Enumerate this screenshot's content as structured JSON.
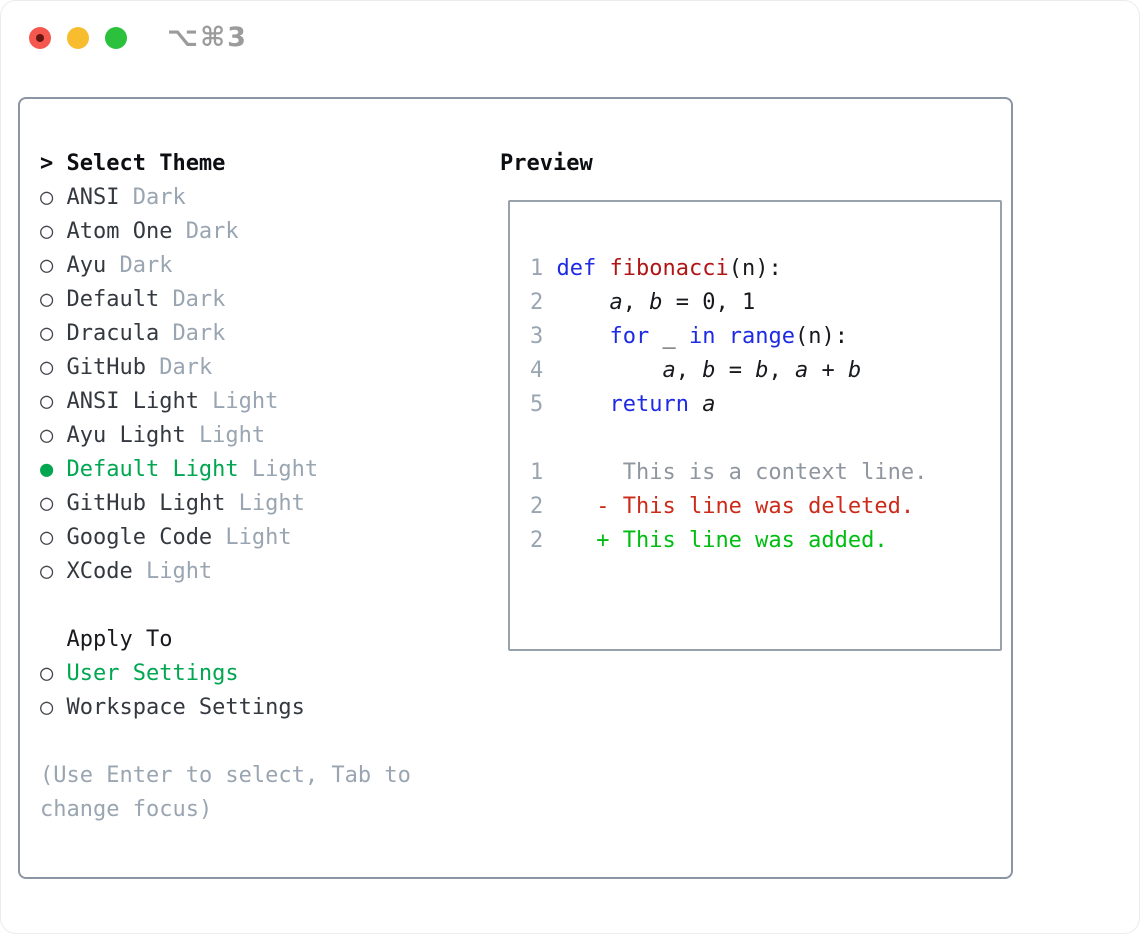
{
  "titlebar": {
    "shortcut": "⌥⌘3"
  },
  "colors": {
    "selected_green": "#00a650",
    "added_green": "#00bd12",
    "deleted_red": "#cc2b1a",
    "keyword_blue": "#1e2ae3",
    "function_red": "#b01616",
    "muted_gray": "#9aa5b2",
    "panel_border": "#8b96a4",
    "traffic_red": "#f4574d",
    "traffic_yellow": "#f8bd2e",
    "traffic_green": "#2cc13c"
  },
  "left_panel": {
    "header": {
      "prompt": ">",
      "label": "Select Theme"
    },
    "themes": [
      {
        "name": "ANSI",
        "variant": "Dark",
        "selected": false
      },
      {
        "name": "Atom One",
        "variant": "Dark",
        "selected": false
      },
      {
        "name": "Ayu",
        "variant": "Dark",
        "selected": false
      },
      {
        "name": "Default",
        "variant": "Dark",
        "selected": false
      },
      {
        "name": "Dracula",
        "variant": "Dark",
        "selected": false
      },
      {
        "name": "GitHub",
        "variant": "Dark",
        "selected": false
      },
      {
        "name": "ANSI Light",
        "variant": "Light",
        "selected": false
      },
      {
        "name": "Ayu Light",
        "variant": "Light",
        "selected": false
      },
      {
        "name": "Default Light",
        "variant": "Light",
        "selected": true
      },
      {
        "name": "GitHub Light",
        "variant": "Light",
        "selected": false
      },
      {
        "name": "Google Code",
        "variant": "Light",
        "selected": false
      },
      {
        "name": "XCode",
        "variant": "Light",
        "selected": false
      }
    ],
    "apply_to": {
      "label": "Apply To",
      "options": [
        {
          "label": "User Settings",
          "selected": true
        },
        {
          "label": "Workspace Settings",
          "selected": false
        }
      ]
    },
    "help_line1": "(Use Enter to select, Tab to",
    "help_line2": "change focus)"
  },
  "preview": {
    "label": "Preview",
    "lines": [
      {
        "num": "1",
        "tokens": [
          {
            "s": "def",
            "c": "kw"
          },
          {
            "s": " ",
            "c": "pl"
          },
          {
            "s": "fibonacci",
            "c": "fn"
          },
          {
            "s": "(n):",
            "c": "pl"
          }
        ]
      },
      {
        "num": "2",
        "tokens": [
          {
            "s": "    ",
            "c": "pl"
          },
          {
            "s": "a",
            "c": "var"
          },
          {
            "s": ", ",
            "c": "pl"
          },
          {
            "s": "b",
            "c": "var"
          },
          {
            "s": " = 0, 1",
            "c": "pl"
          }
        ]
      },
      {
        "num": "3",
        "tokens": [
          {
            "s": "    ",
            "c": "pl"
          },
          {
            "s": "for",
            "c": "kw"
          },
          {
            "s": " _ ",
            "c": "pl"
          },
          {
            "s": "in",
            "c": "kw"
          },
          {
            "s": " ",
            "c": "pl"
          },
          {
            "s": "range",
            "c": "kw"
          },
          {
            "s": "(n):",
            "c": "pl"
          }
        ]
      },
      {
        "num": "4",
        "tokens": [
          {
            "s": "        ",
            "c": "pl"
          },
          {
            "s": "a",
            "c": "var"
          },
          {
            "s": ", ",
            "c": "pl"
          },
          {
            "s": "b",
            "c": "var"
          },
          {
            "s": " = ",
            "c": "pl"
          },
          {
            "s": "b",
            "c": "var"
          },
          {
            "s": ", ",
            "c": "pl"
          },
          {
            "s": "a",
            "c": "var"
          },
          {
            "s": " + ",
            "c": "pl"
          },
          {
            "s": "b",
            "c": "var"
          }
        ]
      },
      {
        "num": "5",
        "tokens": [
          {
            "s": "    ",
            "c": "pl"
          },
          {
            "s": "return",
            "c": "kw"
          },
          {
            "s": " ",
            "c": "pl"
          },
          {
            "s": "a",
            "c": "var"
          }
        ]
      },
      {
        "num": "",
        "tokens": []
      },
      {
        "num": "1",
        "tokens": [
          {
            "s": "     This is a context line.",
            "c": "ctx"
          }
        ]
      },
      {
        "num": "2",
        "tokens": [
          {
            "s": "   ",
            "c": "pl"
          },
          {
            "s": "- This line was deleted.",
            "c": "del"
          }
        ]
      },
      {
        "num": "2",
        "tokens": [
          {
            "s": "   ",
            "c": "pl"
          },
          {
            "s": "+ This line was added.",
            "c": "add"
          }
        ]
      }
    ]
  }
}
